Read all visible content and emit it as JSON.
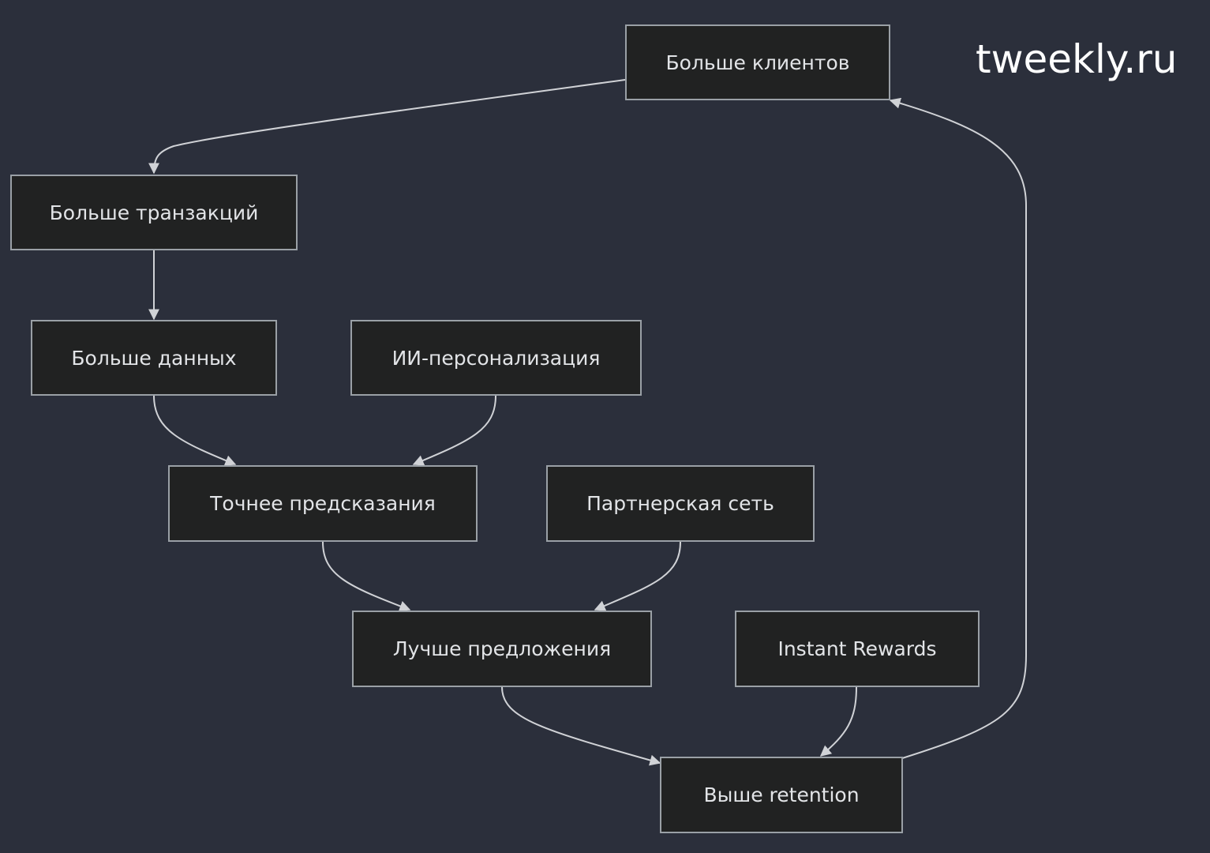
{
  "brand": {
    "text": "tweekly.ru"
  },
  "colors": {
    "background": "#2b2f3b",
    "node_fill": "#212222",
    "node_border": "#9aa0a6",
    "edge": "#d0d2d6",
    "text": "#e2e4e7"
  },
  "nodes": {
    "more_clients": "Больше клиентов",
    "more_transactions": "Больше транзакций",
    "more_data": "Больше данных",
    "ai_personalization": "ИИ-персонализация",
    "better_predictions": "Точнее предсказания",
    "partner_network": "Партнерская сеть",
    "better_offers": "Лучше предложения",
    "instant_rewards": "Instant Rewards",
    "higher_retention": "Выше retention"
  },
  "edges": [
    {
      "from": "more_clients",
      "to": "more_transactions"
    },
    {
      "from": "more_transactions",
      "to": "more_data"
    },
    {
      "from": "more_data",
      "to": "better_predictions"
    },
    {
      "from": "ai_personalization",
      "to": "better_predictions"
    },
    {
      "from": "better_predictions",
      "to": "better_offers"
    },
    {
      "from": "partner_network",
      "to": "better_offers"
    },
    {
      "from": "better_offers",
      "to": "higher_retention"
    },
    {
      "from": "instant_rewards",
      "to": "higher_retention"
    },
    {
      "from": "higher_retention",
      "to": "more_clients"
    }
  ]
}
